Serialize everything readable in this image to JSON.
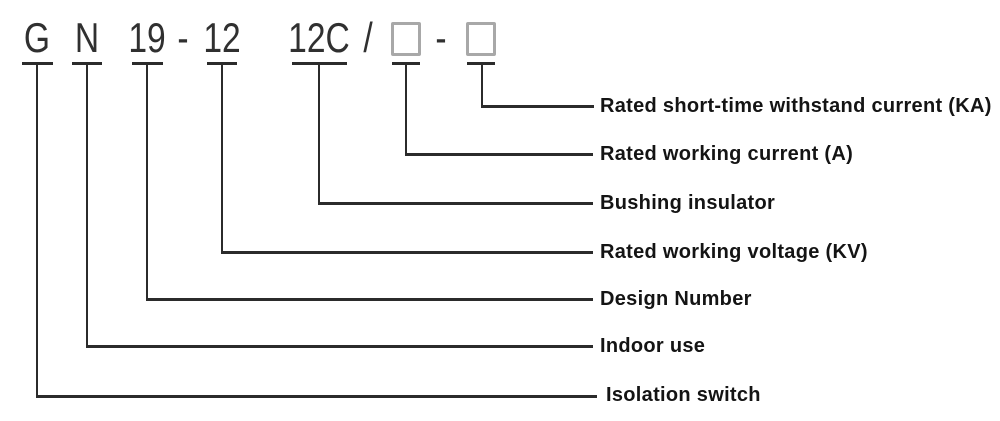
{
  "model_code": {
    "segments": [
      {
        "text": "G",
        "connects_to_label": 6
      },
      {
        "text": "N",
        "connects_to_label": 5
      },
      {
        "text": "19",
        "connects_to_label": 4
      },
      {
        "text": "-"
      },
      {
        "text": "12",
        "connects_to_label": 3
      },
      {
        "text": "12C",
        "connects_to_label": 2
      },
      {
        "text": "/"
      },
      {
        "symbol": "empty-placeholder-box",
        "connects_to_label": 1
      },
      {
        "text": "-"
      },
      {
        "symbol": "empty-placeholder-box",
        "connects_to_label": 0
      }
    ]
  },
  "labels": [
    {
      "text": "Rated short-time withstand current (KA)"
    },
    {
      "text": "Rated working current (A)"
    },
    {
      "text": "Bushing insulator"
    },
    {
      "text": "Rated working voltage (KV)"
    },
    {
      "text": "Design Number"
    },
    {
      "text": "Indoor use"
    },
    {
      "text": "Isolation switch"
    }
  ],
  "colors": {
    "background": "#ffffff",
    "line": "#2b2b2b",
    "code_text": "#303030",
    "label_text": "#141414",
    "box_border": "#a8a8a8"
  }
}
